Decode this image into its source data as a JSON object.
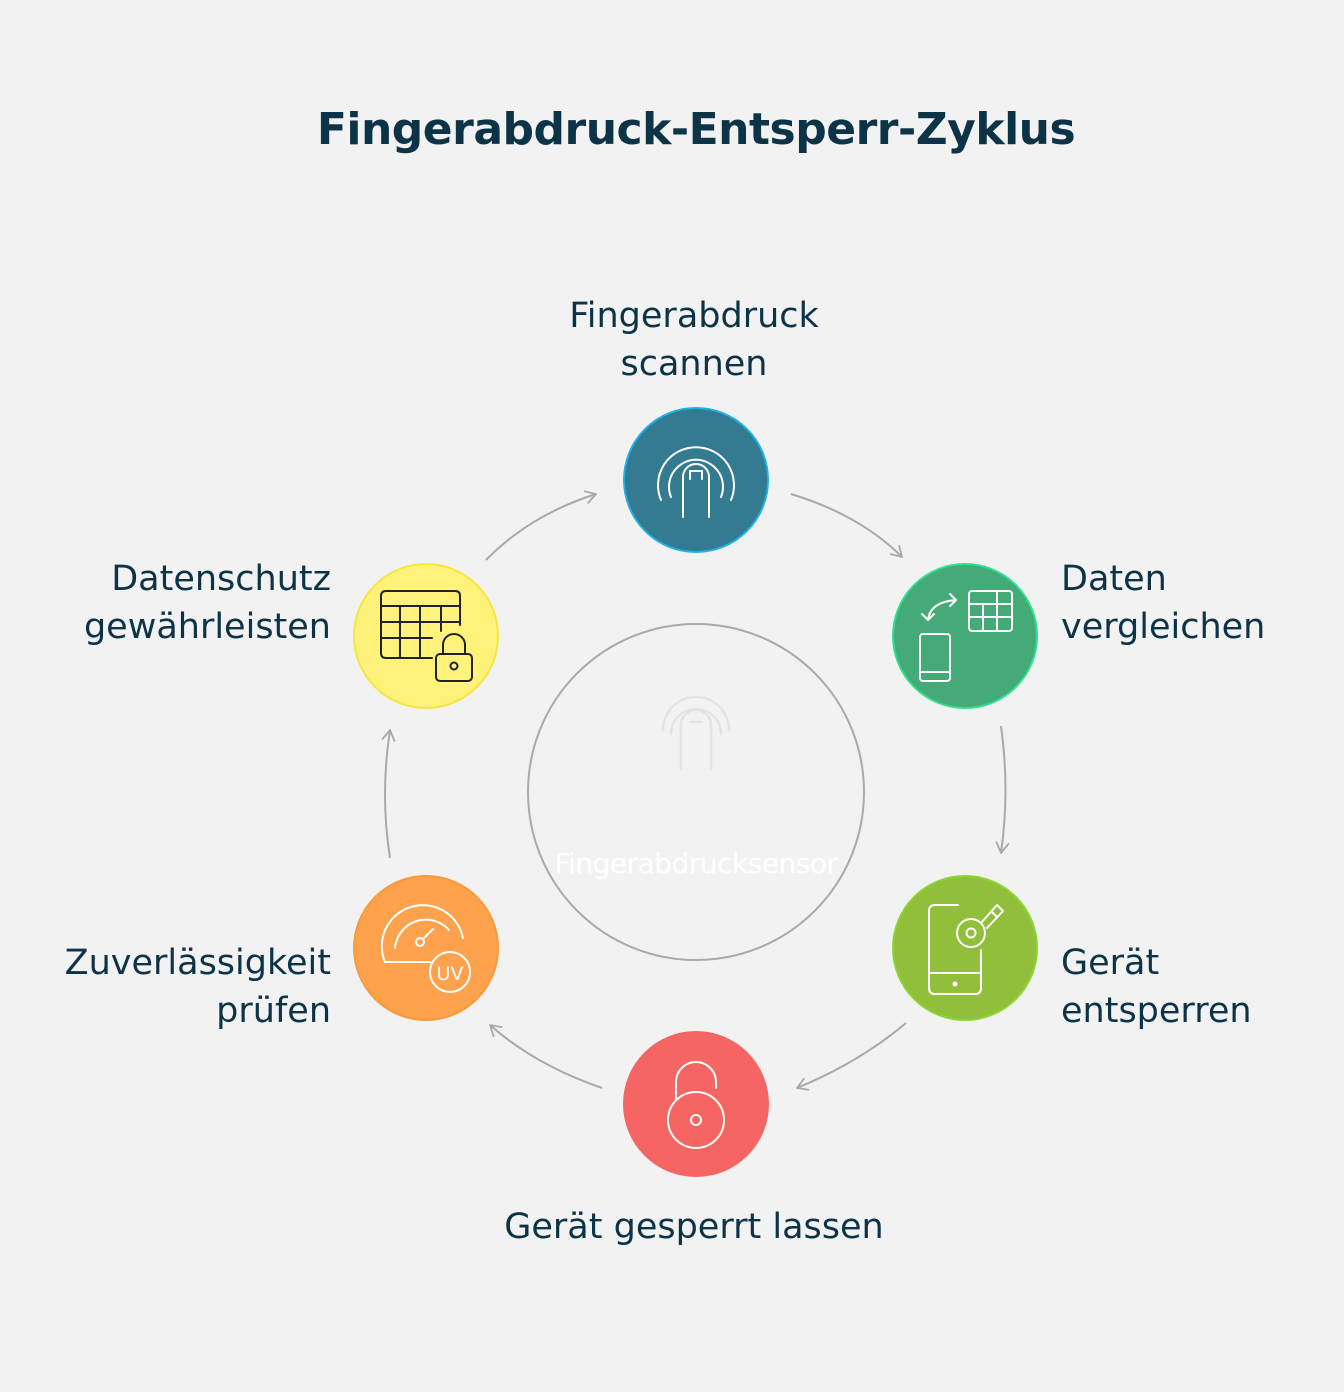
{
  "title": "Fingerabdruck-Entsperr-Zyklus",
  "center": {
    "label": "Fingerabdrucksensor",
    "icon": "fingerprint-icon"
  },
  "steps": [
    {
      "label": "Fingerabdruck scannen",
      "icon": "fingerprint-scan-icon",
      "color": "#347a91",
      "ring": "#1eb0e6"
    },
    {
      "label": "Daten vergleichen",
      "icon": "phone-compare-data-icon",
      "color": "#44aa77",
      "ring": "#2ee08c"
    },
    {
      "label": "Gerät entsperren",
      "icon": "phone-key-icon",
      "color": "#92bf3b",
      "ring": "#8ad62f"
    },
    {
      "label": "Gerät gesperrt lassen",
      "icon": "padlock-open-icon",
      "color": "#f56563",
      "ring": "#f56563"
    },
    {
      "label": "Zuverlässigkeit prüfen",
      "icon": "gauge-uv-icon",
      "color": "#fea24d",
      "ring": "#fa9a3a"
    },
    {
      "label": "Datenschutz gewährleisten",
      "icon": "table-lock-icon",
      "color": "#fef27a",
      "ring": "#f6e73c"
    }
  ]
}
